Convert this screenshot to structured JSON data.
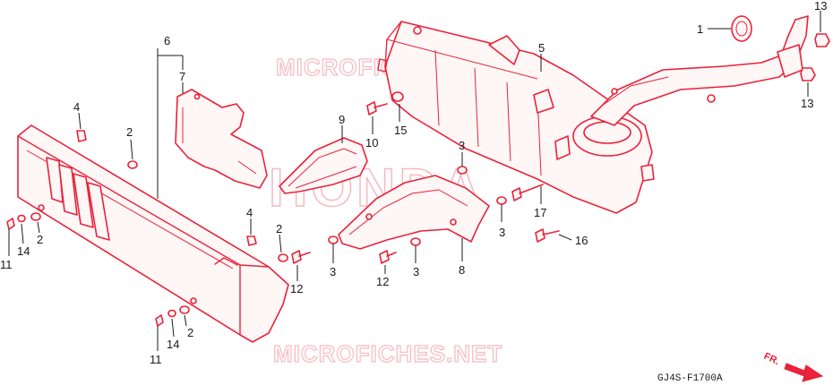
{
  "watermarks": {
    "top": "MICROFICHES.NET",
    "bottom": "MICROFICHES.NET",
    "center": "HONDA"
  },
  "diagram_code": "GJ4S-F1700A",
  "direction_label": "FR.",
  "callouts": {
    "c1": "1",
    "c2a": "2",
    "c2b": "2",
    "c2c": "2",
    "c2d": "2",
    "c3a": "3",
    "c3b": "3",
    "c3c": "3",
    "c3d": "3",
    "c5": "5",
    "c6": "6",
    "c7": "7",
    "c8": "8",
    "c9": "9",
    "c10": "10",
    "c11a": "11",
    "c11b": "11",
    "c12a": "12",
    "c12b": "12",
    "c13a": "13",
    "c13b": "13",
    "c14a": "14",
    "c14b": "14",
    "c4a": "4",
    "c4b": "4",
    "c15": "15",
    "c16": "16",
    "c17": "17"
  },
  "colors": {
    "part_line": "#e8233a",
    "watermark": "#f7b9c0",
    "text": "#1a1a1a"
  }
}
